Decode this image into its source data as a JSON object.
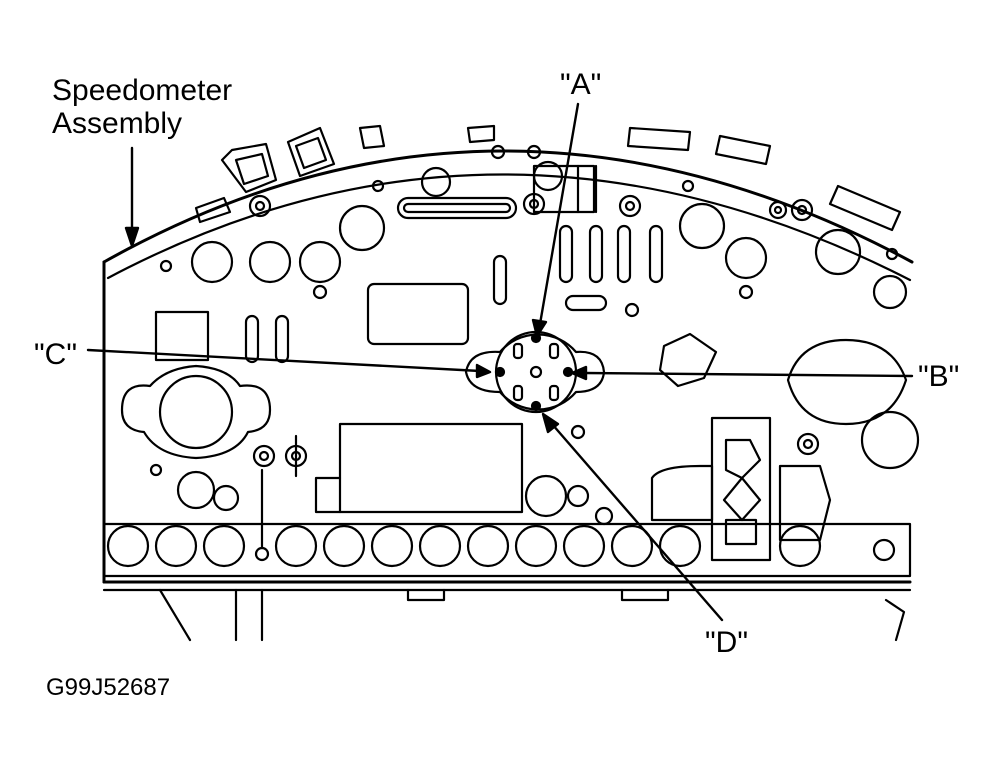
{
  "diagram": {
    "title_line1": "Speedometer",
    "title_line2": "Assembly",
    "labels": {
      "a": "\"A\"",
      "b": "\"B\"",
      "c": "\"C\"",
      "d": "\"D\""
    },
    "figure_code": "G99J52687"
  },
  "colors": {
    "ink": "#000000",
    "paper": "#ffffff"
  }
}
